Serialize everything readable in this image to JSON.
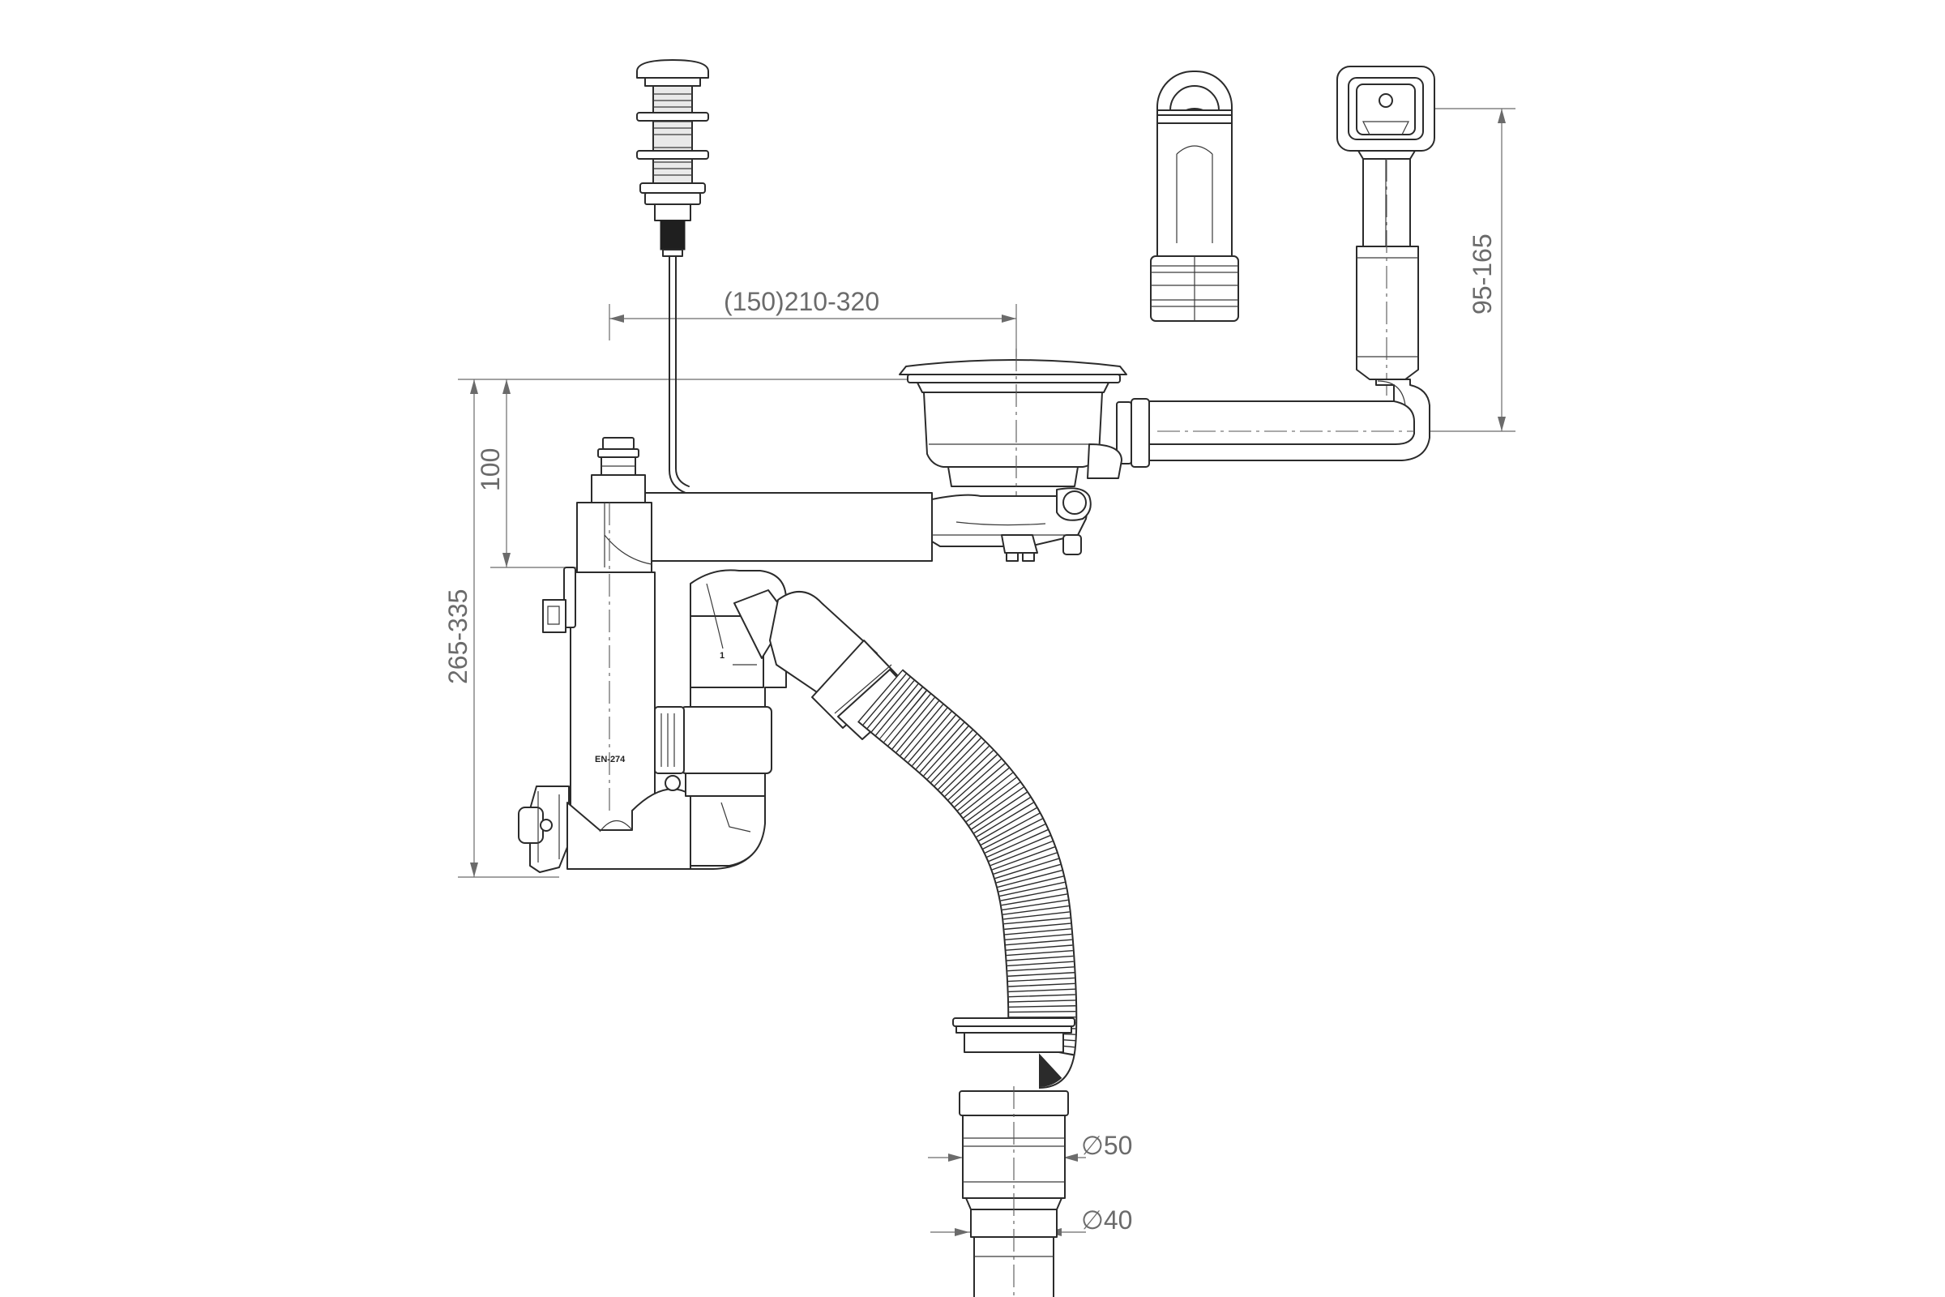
{
  "dimensions": {
    "dim_width": "(150)210-320",
    "dim_height_short": "100",
    "dim_height_total": "265-335",
    "dim_overflow_height": "95-165",
    "dim_diameter_50": "∅50",
    "dim_diameter_40": "∅40"
  },
  "markings": {
    "standard_label": "EN-274",
    "part_number": "1"
  },
  "colors": {
    "line": "#2b2b2b",
    "dimension": "#6b6b6b"
  }
}
